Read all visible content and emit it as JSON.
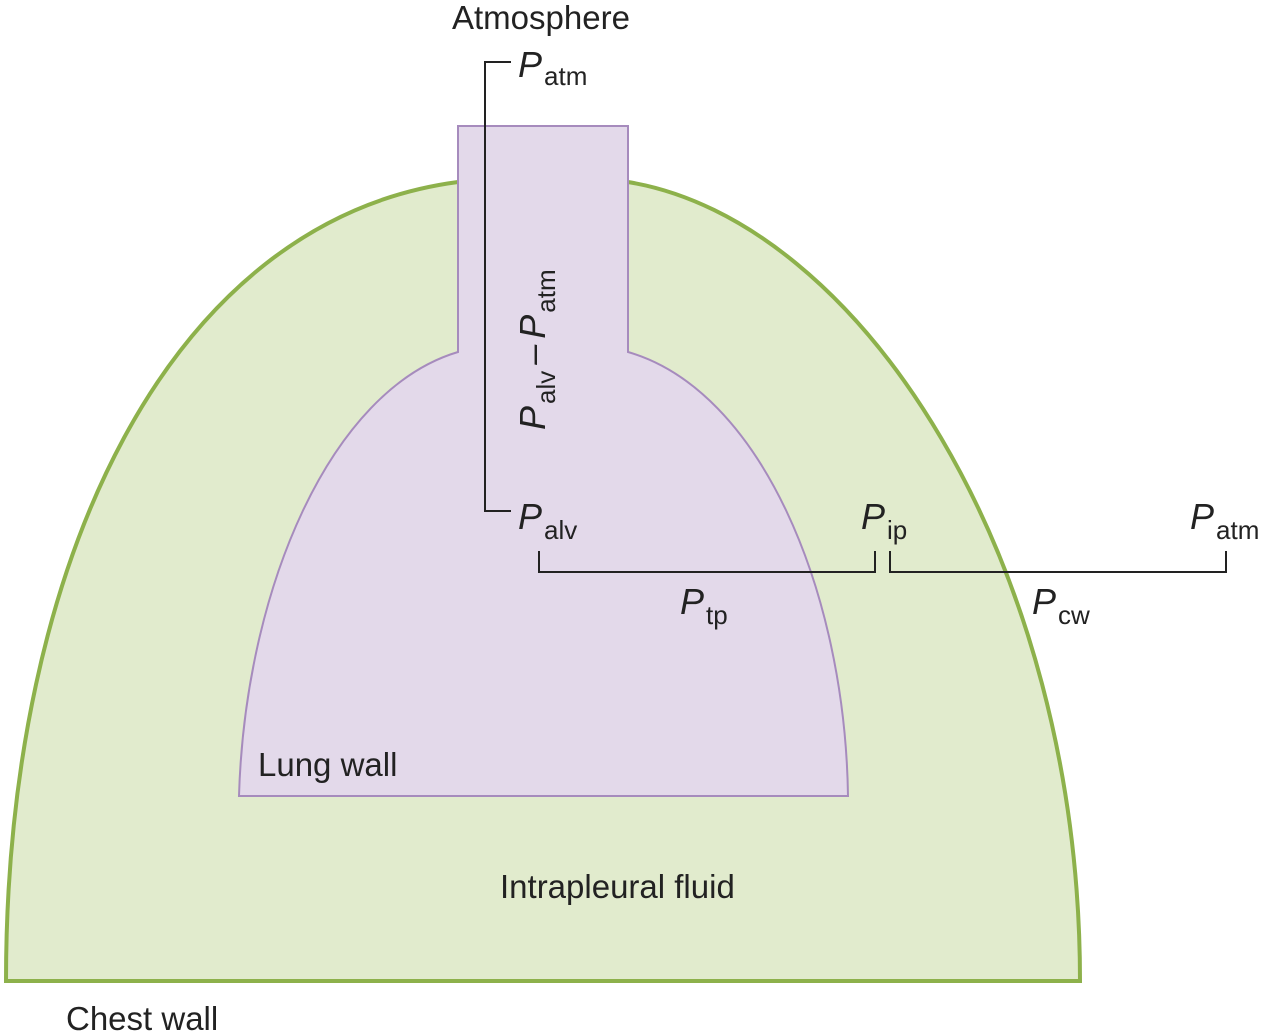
{
  "labels": {
    "atmosphere": "Atmosphere",
    "lung_wall": "Lung wall",
    "intrapleural_fluid": "Intrapleural fluid",
    "chest_wall": "Chest wall"
  },
  "pressures": {
    "p_atm_top": {
      "symbol": "P",
      "subscript": "atm"
    },
    "p_alv": {
      "symbol": "P",
      "subscript": "alv"
    },
    "p_ip": {
      "symbol": "P",
      "subscript": "ip"
    },
    "p_atm_right": {
      "symbol": "P",
      "subscript": "atm"
    },
    "p_tp": {
      "symbol": "P",
      "subscript": "tp"
    },
    "p_cw": {
      "symbol": "P",
      "subscript": "cw"
    },
    "airway_gradient": {
      "first_symbol": "P",
      "first_subscript": "alv",
      "operator": "–",
      "second_symbol": "P",
      "second_subscript": "atm"
    }
  },
  "colors": {
    "chest_fill": "#e1ebcd",
    "chest_stroke": "#8db14b",
    "lung_fill": "#e3d9ea",
    "lung_stroke": "#a68bbd",
    "bracket": "#222222"
  }
}
